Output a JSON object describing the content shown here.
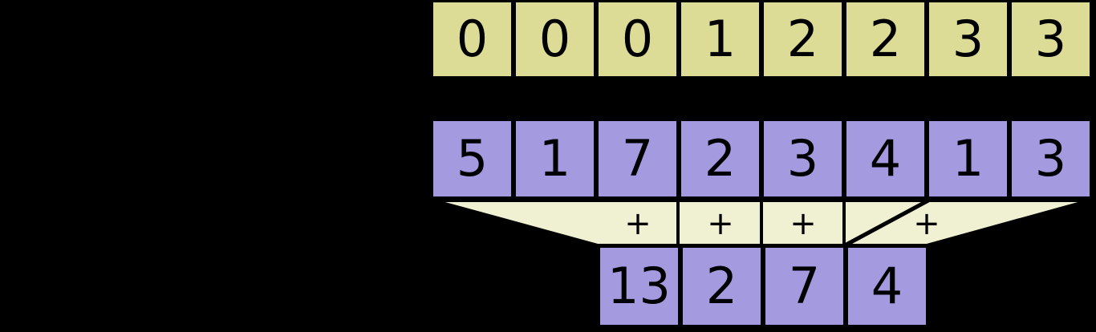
{
  "diagram": {
    "title": "segment-sum-reduction-diagram",
    "colors": {
      "background": "#000000",
      "offsets_fill": "#dcdc96",
      "values_fill": "#a39ae0",
      "result_fill": "#a39ae0",
      "connector_fill": "#f0f0d2",
      "stroke": "#000000"
    },
    "offsets_row": {
      "name": "segment-ids-row",
      "cells": [
        "0",
        "0",
        "0",
        "1",
        "2",
        "2",
        "3",
        "3"
      ]
    },
    "values_row": {
      "name": "input-values-row",
      "cells": [
        "5",
        "1",
        "7",
        "2",
        "3",
        "4",
        "1",
        "3"
      ]
    },
    "connector_row": {
      "name": "sum-operator-band",
      "operators": [
        "+",
        "+",
        "+",
        "+"
      ]
    },
    "result_row": {
      "name": "output-sums-row",
      "cells": [
        "13",
        "2",
        "7",
        "4"
      ]
    }
  }
}
